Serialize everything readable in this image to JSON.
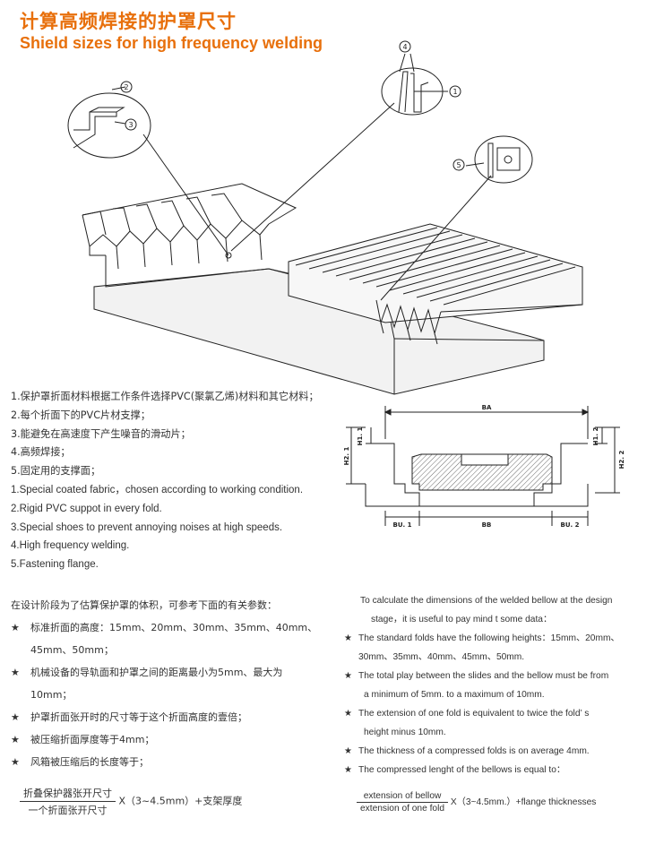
{
  "header": {
    "title_cn": "计算高频焊接的护罩尺寸",
    "title_en": "Shield sizes for high frequency welding"
  },
  "callouts": {
    "c1": "1",
    "c2": "2",
    "c3": "3",
    "c4": "4",
    "c5": "5"
  },
  "legend": {
    "cn": [
      "1.保护罩折面材料根据工作条件选择PVC(聚氯乙烯)材料和其它材料；",
      "2.每个折面下的PVC片材支撑；",
      "3.能避免在高速度下产生噪音的滑动片；",
      "4.高频焊接；",
      "5.固定用的支撑面；"
    ],
    "en": [
      "1.Special coated fabric，chosen according to working condition.",
      "2.Rigid PVC suppot in every fold.",
      "3.Special shoes to prevent annoying noises at high speeds.",
      "4.High frequency welding.",
      "5.Fastening flange."
    ]
  },
  "dimension_labels": {
    "ba": "BA",
    "bb": "BB",
    "bu1": "BU. 1",
    "bu2": "BU. 2",
    "h11": "H1. 1",
    "h12": "H1. 2",
    "h21": "H2. 1",
    "h22": "H2. 2"
  },
  "cn_notes": {
    "intro": "在设计阶段为了估算保护罩的体积，可参考下面的有关参数：",
    "star": "★",
    "items": [
      "标准折面的高度：15mm、20mm、30mm、35mm、40mm、",
      "45mm、50mm；",
      "机械设备的导轨面和护罩之间的距离最小为5mm、最大为",
      "10mm；",
      "护罩折面张开时的尺寸等于这个折面高度的壹倍；",
      "被压缩折面厚度等于4mm；",
      "风箱被压缩后的长度等于；"
    ],
    "formula_num": "折叠保护器张开尺寸",
    "formula_den": "一个折面张开尺寸",
    "formula_tail": "X（3~4.5mm）+支架厚度"
  },
  "en_notes": {
    "intro1": "To calculate the dimensions of the welded bellow at the design",
    "intro2": "stage，it is useful to pay mind t some data：",
    "items": [
      "The standard folds have the following heights：15mm、20mm、",
      "30mm、35mm、40mm、45mm、50mm.",
      "The total play between the slides and the bellow must be from",
      "a minimum of 5mm.  to a maximum of 10mm.",
      "The extension of one fold is equivalent to twice the fold’ s",
      "height minus 10mm.",
      "The thickness of a compressed folds is on average 4mm.",
      "The compressed lenght of the bellows is equal to："
    ],
    "formula_num": "extension of bellow",
    "formula_den": "extension of one fold",
    "formula_tail": "X（3~4.5mm.）+flange thicknesses"
  }
}
